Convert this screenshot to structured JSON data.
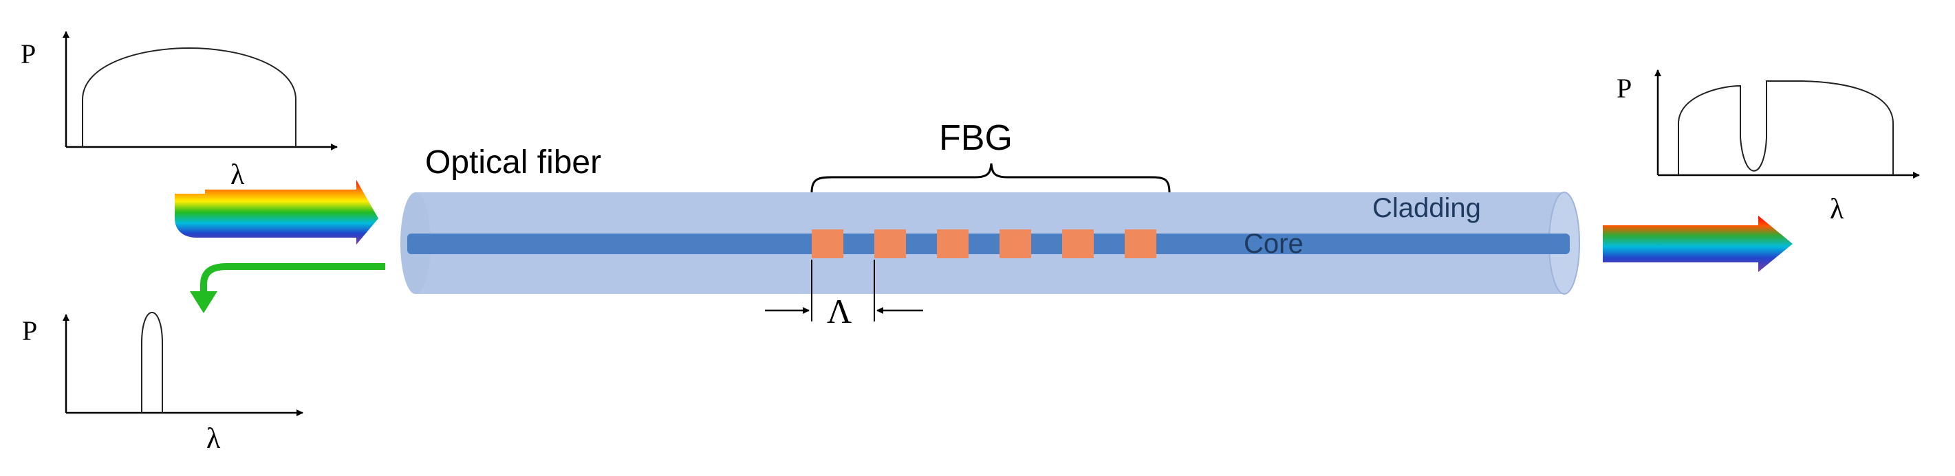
{
  "labels": {
    "fiber": "Optical fiber",
    "fbg": "FBG",
    "cladding": "Cladding",
    "core": "Core",
    "period": "Λ"
  },
  "plots": {
    "input": {
      "y_axis": "P",
      "x_axis": "λ"
    },
    "reflected": {
      "y_axis": "P",
      "x_axis": "λ"
    },
    "transmitted": {
      "y_axis": "P",
      "x_axis": "λ"
    }
  },
  "colors": {
    "cladding": "#b3c6e7",
    "core": "#4a7fc4",
    "grating": "#f08a5d",
    "reflected_arrow": "#22bb22",
    "rainbow": [
      "#ff0000",
      "#ff8800",
      "#ffee00",
      "#22bb22",
      "#00bbdd",
      "#2244cc",
      "#7a3fa0"
    ]
  }
}
